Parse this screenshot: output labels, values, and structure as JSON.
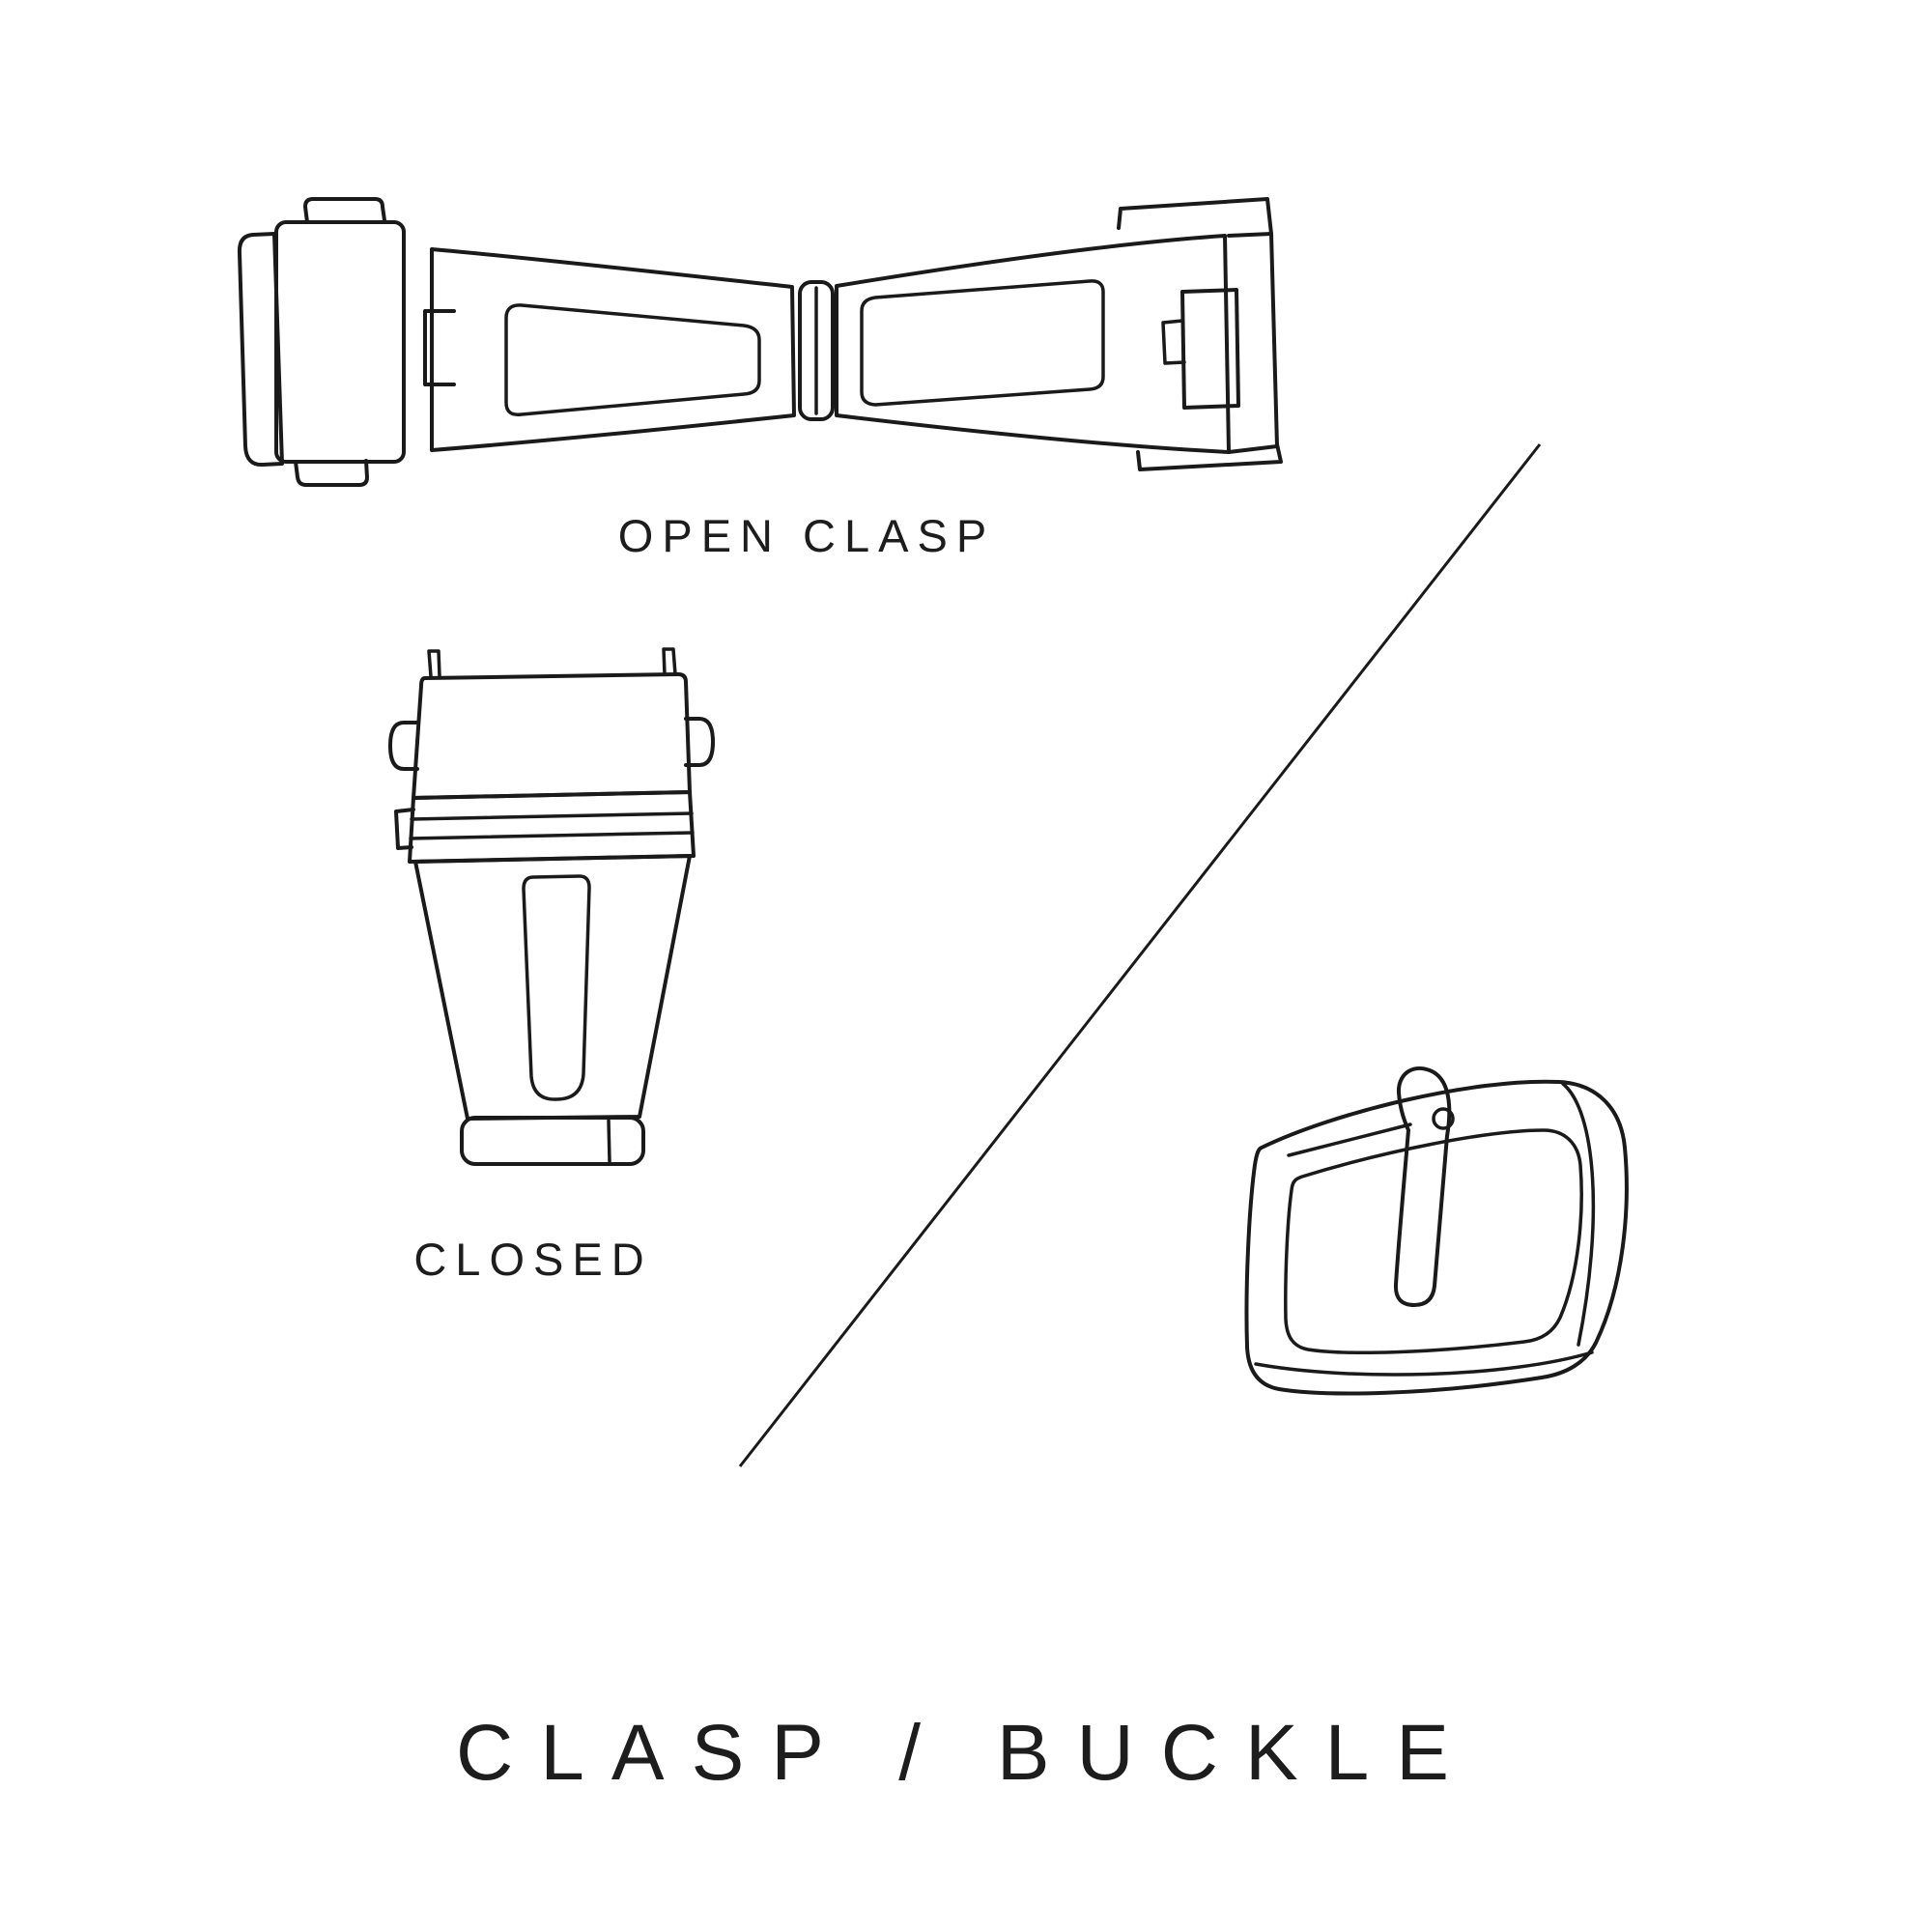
{
  "page": {
    "background_color": "#ffffff",
    "line_color": "#1a1a1a"
  },
  "diagram": {
    "title": "CLASP / BUCKLE",
    "labels": {
      "open_clasp": "OPEN CLASP",
      "closed": "CLOSED"
    },
    "figures": [
      "open-clasp-illustration",
      "closed-clasp-illustration",
      "buckle-illustration",
      "divider-line"
    ]
  }
}
